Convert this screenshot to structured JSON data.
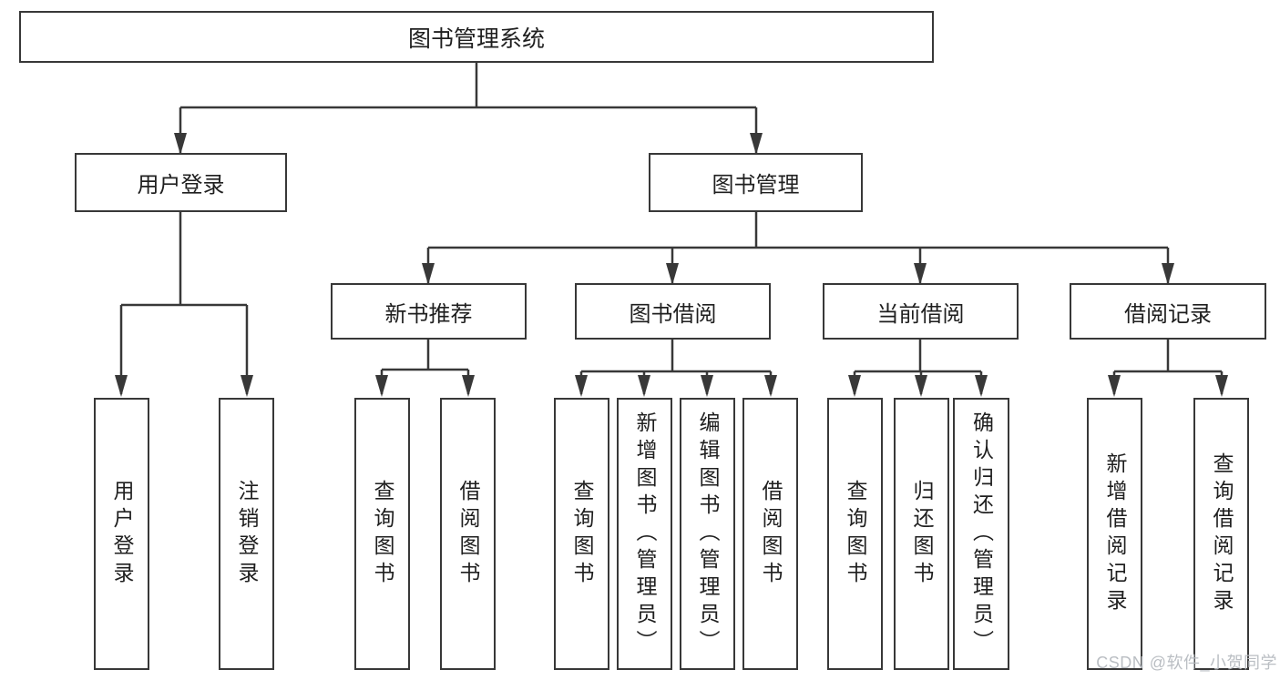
{
  "tree": {
    "label": "图书管理系统",
    "children": [
      {
        "label": "用户登录",
        "children": [
          {
            "label": "用户登录"
          },
          {
            "label": "注销登录"
          }
        ]
      },
      {
        "label": "图书管理",
        "children": [
          {
            "label": "新书推荐",
            "children": [
              {
                "label": "查询图书"
              },
              {
                "label": "借阅图书"
              }
            ]
          },
          {
            "label": "图书借阅",
            "children": [
              {
                "label": "查询图书"
              },
              {
                "label": "新增图书（管理员）"
              },
              {
                "label": "编辑图书（管理员）"
              },
              {
                "label": "借阅图书"
              }
            ]
          },
          {
            "label": "当前借阅",
            "children": [
              {
                "label": "查询图书"
              },
              {
                "label": "归还图书"
              },
              {
                "label": "确认归还（管理员）"
              }
            ]
          },
          {
            "label": "借阅记录",
            "children": [
              {
                "label": "新增借阅记录"
              },
              {
                "label": "查询借阅记录"
              }
            ]
          }
        ]
      }
    ]
  },
  "watermark": "CSDN @软件_小贺同学",
  "colors": {
    "line": "#383838",
    "box_border": "#383838",
    "text": "#1f1f1f",
    "watermark": "#b6bbc0",
    "background": "#ffffff"
  }
}
